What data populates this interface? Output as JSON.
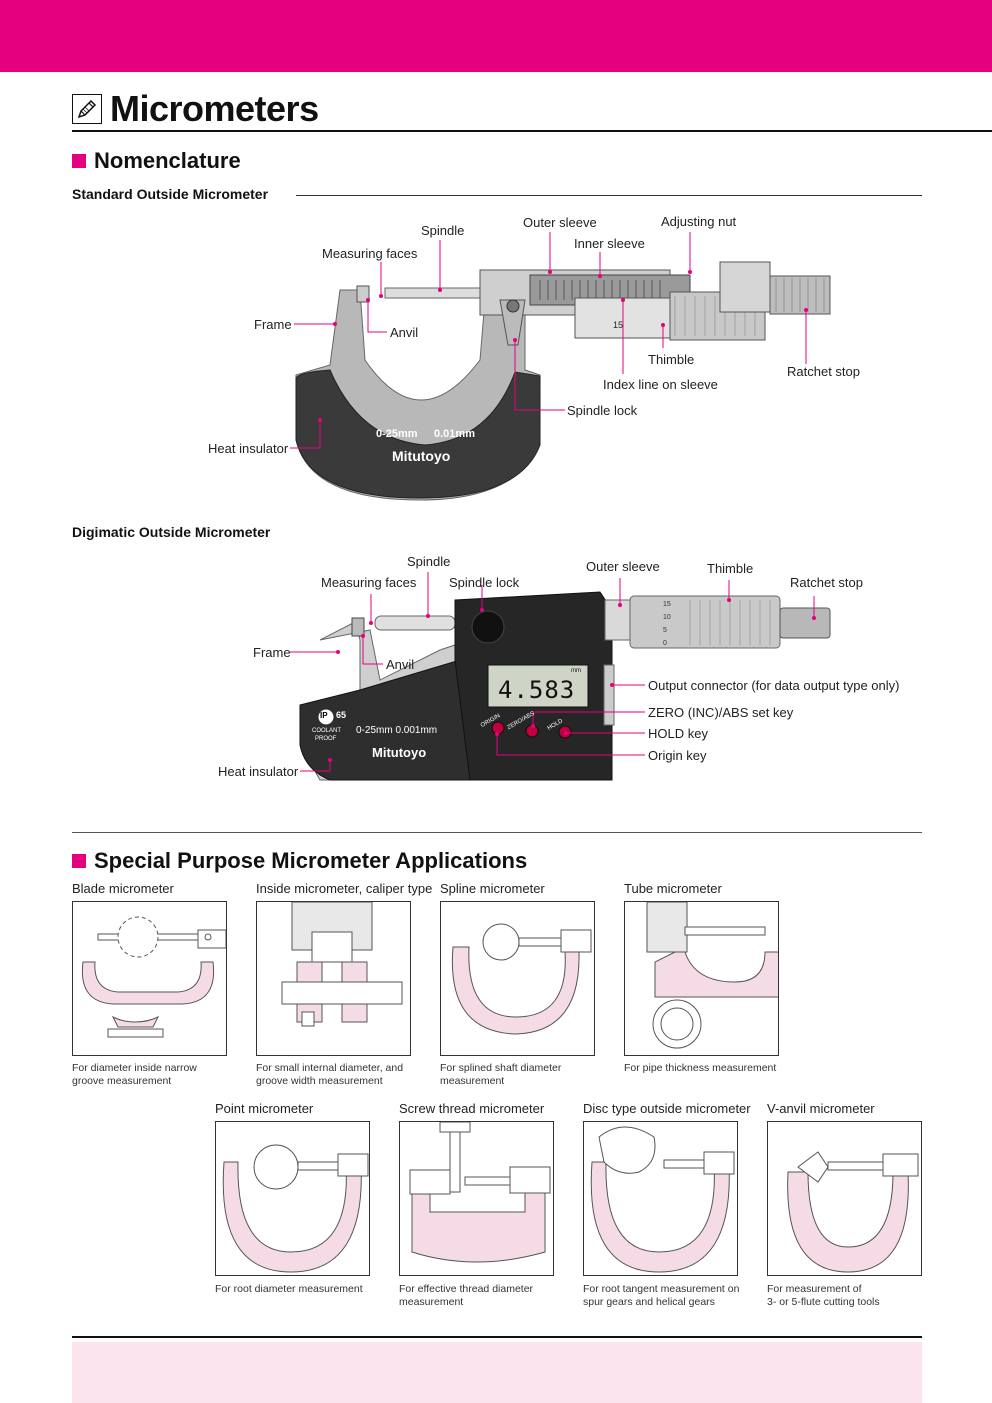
{
  "header": {
    "title": "Micrometers",
    "pencil_icon": "pencil-icon",
    "accent_color": "#e5007f"
  },
  "nomenclature": {
    "heading": "Nomenclature",
    "standard": {
      "title": "Standard Outside Micrometer",
      "labels": {
        "spindle": "Spindle",
        "outer_sleeve": "Outer sleeve",
        "adjusting_nut": "Adjusting nut",
        "inner_sleeve": "Inner sleeve",
        "measuring_faces": "Measuring faces",
        "frame": "Frame",
        "anvil": "Anvil",
        "thimble": "Thimble",
        "ratchet_stop": "Ratchet stop",
        "index_line": "Index line on sleeve",
        "spindle_lock": "Spindle lock",
        "heat_insulator": "Heat insulator"
      },
      "device": {
        "range": "0-25mm",
        "resolution": "0.01mm",
        "brand": "Mitutoyo",
        "scale_mark": "15"
      }
    },
    "digimatic": {
      "title": "Digimatic Outside Micrometer",
      "labels": {
        "spindle": "Spindle",
        "measuring_faces": "Measuring faces",
        "spindle_lock": "Spindle lock",
        "outer_sleeve": "Outer sleeve",
        "thimble": "Thimble",
        "ratchet_stop": "Ratchet stop",
        "frame": "Frame",
        "anvil": "Anvil",
        "output_connector": "Output connector (for data output type only)",
        "zero_key": "ZERO (INC)/ABS set key",
        "hold_key": "HOLD key",
        "origin_key": "Origin key",
        "heat_insulator": "Heat insulator"
      },
      "device": {
        "display_value": "4.583",
        "display_unit": "mm",
        "range": "0-25mm 0.001mm",
        "brand": "Mitutoyo",
        "ip_rating": "IP",
        "ip_number": "65",
        "coolant_line1": "COOLANT",
        "coolant_line2": "PROOF",
        "btn_origin": "ORIGIN",
        "btn_zero": "ZERO/ABS",
        "btn_hold": "HOLD",
        "thimble_marks": [
          "15",
          "10",
          "5",
          "0"
        ]
      }
    }
  },
  "applications": {
    "heading": "Special Purpose Micrometer Applications",
    "items": [
      {
        "title": "Blade micrometer",
        "caption_line1": "For diameter inside narrow",
        "caption_line2": "groove measurement"
      },
      {
        "title": "Inside micrometer, caliper type",
        "caption_line1": "For small internal diameter, and",
        "caption_line2": "groove width measurement"
      },
      {
        "title": "Spline micrometer",
        "caption_line1": "For splined shaft diameter",
        "caption_line2": "measurement"
      },
      {
        "title": "Tube micrometer",
        "caption_line1": "For pipe thickness measurement",
        "caption_line2": ""
      },
      {
        "title": "Point micrometer",
        "caption_line1": "For root diameter measurement",
        "caption_line2": ""
      },
      {
        "title": "Screw thread micrometer",
        "caption_line1": "For effective thread diameter",
        "caption_line2": "measurement"
      },
      {
        "title": "Disc type outside micrometer",
        "caption_line1": "For root tangent measurement on",
        "caption_line2": "spur gears and helical gears"
      },
      {
        "title": "V-anvil micrometer",
        "caption_line1": "For measurement of",
        "caption_line2": "3- or 5-flute cutting tools"
      }
    ]
  }
}
